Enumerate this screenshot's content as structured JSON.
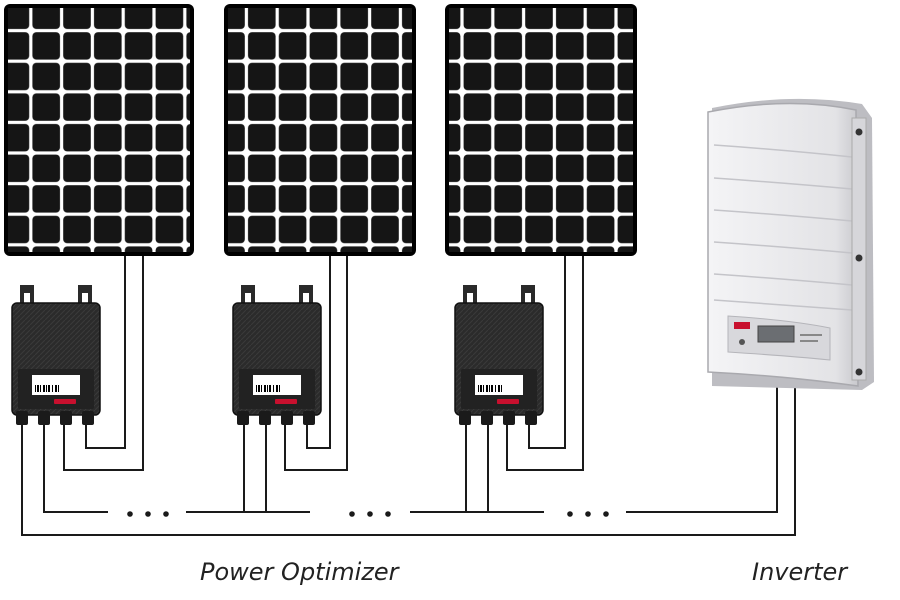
{
  "captions": {
    "optimizer": "Power Optimizer",
    "inverter": "Inverter"
  },
  "panels": [
    {
      "name": "solar-panel-1"
    },
    {
      "name": "solar-panel-2"
    },
    {
      "name": "solar-panel-3"
    }
  ],
  "optimizers": [
    {
      "name": "power-optimizer-1"
    },
    {
      "name": "power-optimizer-2"
    },
    {
      "name": "power-optimizer-3"
    }
  ],
  "colors": {
    "panel_frame": "#000000",
    "panel_cell": "#151515",
    "panel_gap": "#ffffff",
    "optimizer_body": "#2a2a2a",
    "cable": "#1a1a1a",
    "inverter_body": "#e6e6e8",
    "inverter_accent": "#c8102e"
  },
  "icons": {
    "continuation": "dots-icon"
  }
}
